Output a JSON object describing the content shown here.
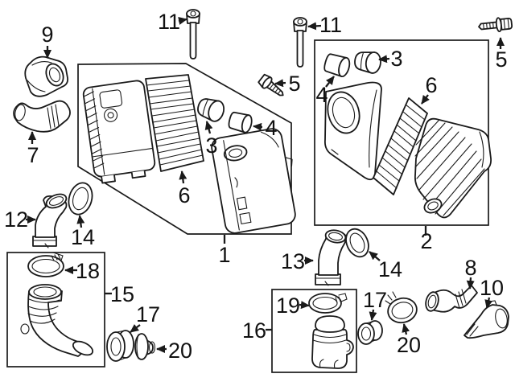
{
  "diagram": {
    "type": "auto-parts-exploded-diagram",
    "colors": {
      "background": "#ffffff",
      "line": "#1a1a1a",
      "label": "#111111"
    },
    "callouts": {
      "c1": "1",
      "c2": "2",
      "c3a": "3",
      "c3b": "3",
      "c4a": "4",
      "c4b": "4",
      "c5a": "5",
      "c5b": "5",
      "c6a": "6",
      "c6b": "6",
      "c7": "7",
      "c8": "8",
      "c9": "9",
      "c10": "10",
      "c11a": "11",
      "c11b": "11",
      "c12": "12",
      "c13": "13",
      "c14a": "14",
      "c14b": "14",
      "c15": "15",
      "c16": "16",
      "c17a": "17",
      "c17b": "17",
      "c18": "18",
      "c19": "19",
      "c20a": "20",
      "c20b": "20"
    }
  }
}
